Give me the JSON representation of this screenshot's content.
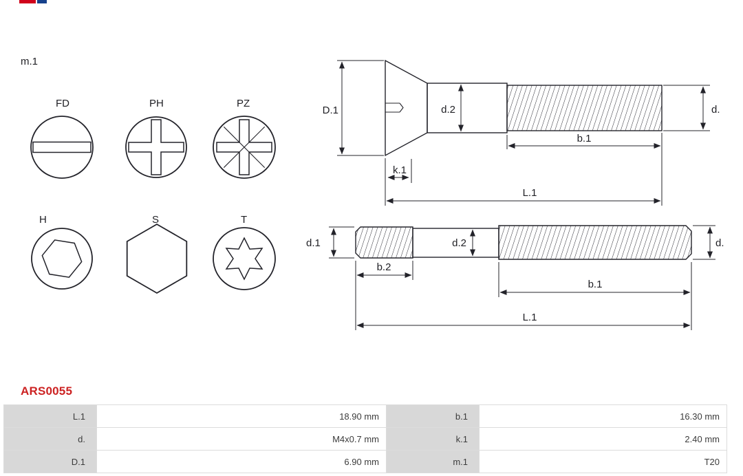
{
  "brand": {
    "part_number": "ARS0055"
  },
  "colors": {
    "accent": "#cc2222",
    "line": "#23232a",
    "table_label_bg": "#d8d8d8"
  },
  "drive_types": {
    "group_label": "m.1",
    "items": [
      {
        "label": "FD"
      },
      {
        "label": "PH"
      },
      {
        "label": "PZ"
      },
      {
        "label": "H"
      },
      {
        "label": "S"
      },
      {
        "label": "T"
      }
    ]
  },
  "screw_diagram": {
    "dims": {
      "D1": "D.1",
      "d2": "d.2",
      "d": "d.",
      "b1": "b.1",
      "k1": "k.1",
      "L1": "L.1"
    }
  },
  "stud_diagram": {
    "dims": {
      "d1": "d.1",
      "d2": "d.2",
      "d": "d.",
      "b2": "b.2",
      "b1": "b.1",
      "L1": "L.1"
    }
  },
  "spec_table": {
    "rows": [
      [
        "L.1",
        "18.90 mm",
        "b.1",
        "16.30 mm"
      ],
      [
        "d.",
        "M4x0.7 mm",
        "k.1",
        "2.40 mm"
      ],
      [
        "D.1",
        "6.90 mm",
        "m.1",
        "T20"
      ]
    ]
  }
}
